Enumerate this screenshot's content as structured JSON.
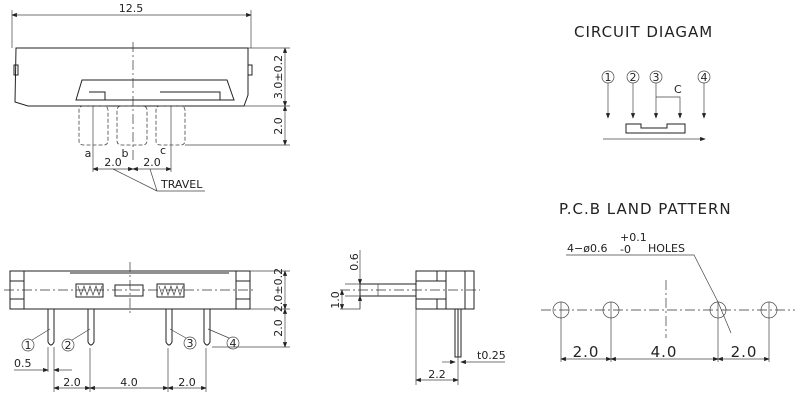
{
  "top_view": {
    "width_dim": "12.5",
    "height_dim": "3.0±0.2",
    "pin_dim": "2.0",
    "positions": [
      "a",
      "b",
      "c"
    ],
    "travel_dims": [
      "2.0",
      "2.0"
    ],
    "travel_label": "TRAVEL"
  },
  "front_view": {
    "height_dim": "2.0±0.2",
    "pin_dim": "2.0",
    "pins": [
      "1",
      "2",
      "3",
      "4"
    ],
    "pin_width_dim": "0.5",
    "pitch_dims": [
      "2.0",
      "4.0",
      "2.0"
    ]
  },
  "side_view": {
    "actuator_dim": "0.6",
    "shaft_dim": "1.0",
    "depth_dim": "2.2",
    "thickness_dim": "t0.25"
  },
  "circuit": {
    "title": "CIRCUIT DIAGAM",
    "terminals": [
      "1",
      "2",
      "3",
      "4"
    ],
    "common_label": "C"
  },
  "pcb": {
    "title": "P.C.B LAND PATTERN",
    "holes_label": "4−ø0.6",
    "tol_plus": "+0.1",
    "tol_minus": "-0",
    "holes_suffix": "HOLES",
    "pitch_dims": [
      "2.0",
      "4.0",
      "2.0"
    ]
  }
}
